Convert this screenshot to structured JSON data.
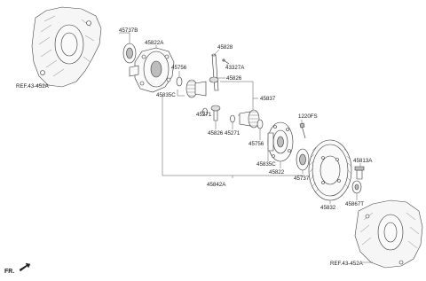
{
  "labels": {
    "p45737B_top": "45737B",
    "p45822A": "45822A",
    "p45828": "45828",
    "p43327A": "43327A",
    "p45826_top": "45826",
    "p45756_top": "45756",
    "p45837": "45837",
    "p45835C_left": "45835C",
    "p45271_left": "45271",
    "p45826_bottom": "45826",
    "p45271_right": "45271",
    "p45756_bottom": "45756",
    "p1220FS": "1220FS",
    "p45835C_right": "45835C",
    "p45822": "45822",
    "p45737B_bottom": "45737B",
    "p45842A": "45842A",
    "p45813A": "45813A",
    "p45832": "45832",
    "p45867T": "45867T"
  },
  "refs": {
    "ref_left": "REF.43-452A",
    "ref_right": "REF.43-452A"
  },
  "direction": "FR."
}
